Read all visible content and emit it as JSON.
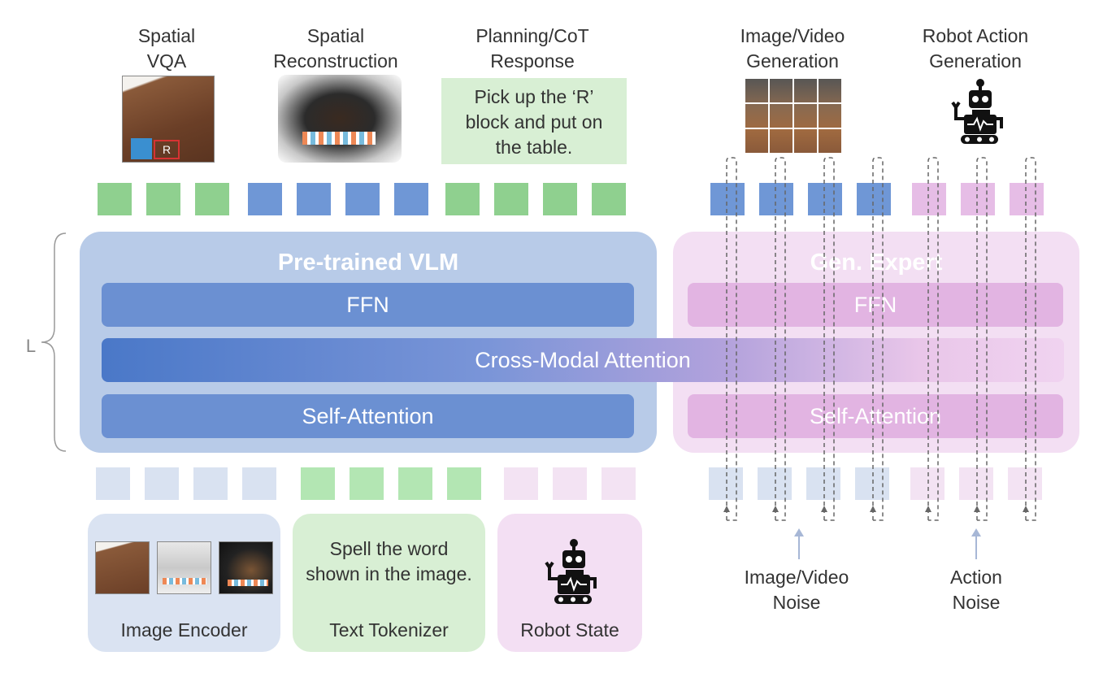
{
  "outputs": {
    "spatial_vqa": "Spatial\nVQA",
    "spatial_recon": "Spatial\nReconstruction",
    "planning": "Planning/CoT\nResponse",
    "planning_text": "Pick up the ‘R’\nblock and put on\nthe table.",
    "image_video_gen": "Image/Video\nGeneration",
    "robot_action_gen": "Robot Action\nGeneration",
    "vqa_thumb_text": "R"
  },
  "model": {
    "vlm_title": "Pre-trained VLM",
    "expert_title": "Gen. Expert",
    "ffn": "FFN",
    "cross_attn": "Cross-Modal Attention",
    "self_attn": "Self-Attention",
    "layer_label": "L"
  },
  "inputs": {
    "image_encoder": "Image Encoder",
    "text_tokenizer": "Text Tokenizer",
    "text_prompt": "Spell the word\nshown in the image.",
    "robot_state": "Robot State",
    "image_video_noise": "Image/Video\nNoise",
    "action_noise": "Action\nNoise"
  },
  "colors": {
    "green_token": "#8fd08f",
    "blue_token": "#6f97d6",
    "pink_token": "#e6bde6",
    "vlm_panel": "#b8cbe8",
    "expert_panel": "#f3dff3"
  }
}
